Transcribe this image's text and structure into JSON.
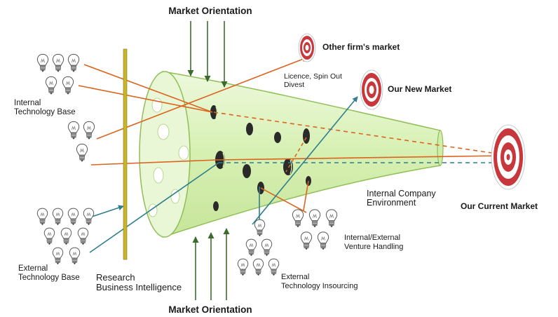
{
  "labels": {
    "market_orientation_top": "Market Orientation",
    "market_orientation_bottom": "Market Orientation",
    "other_firms_market": "Other firm's market",
    "licence_line1": "Licence, Spin Out",
    "licence_line2": "Divest",
    "our_new_market": "Our New Market",
    "our_current_market": "Our Current Market",
    "internal_tech_line1": "Internal",
    "internal_tech_line2": "Technology Base",
    "external_tech_line1": "External",
    "external_tech_line2": "Technology Base",
    "research_line1": "Research",
    "research_line2": "Business Intelligence",
    "internal_company_line1": "Internal Company",
    "internal_company_line2": "Environment",
    "venture_line1": "Internal/External",
    "venture_line2": "Venture Handling",
    "insourcing_line1": "External",
    "insourcing_line2": "Technology Insourcing"
  },
  "colors": {
    "funnel_fill": "#dff3c0",
    "funnel_stroke": "#8fbe57",
    "orange_arrow": "#d9651f",
    "teal_arrow": "#2f7f8c",
    "gate_bar": "#c9b52a",
    "target_red": "#c8373b",
    "green_text": "#2f8a3c",
    "teal_text": "#2b6f8c",
    "dark_green_arrow": "#3d6b2e"
  }
}
